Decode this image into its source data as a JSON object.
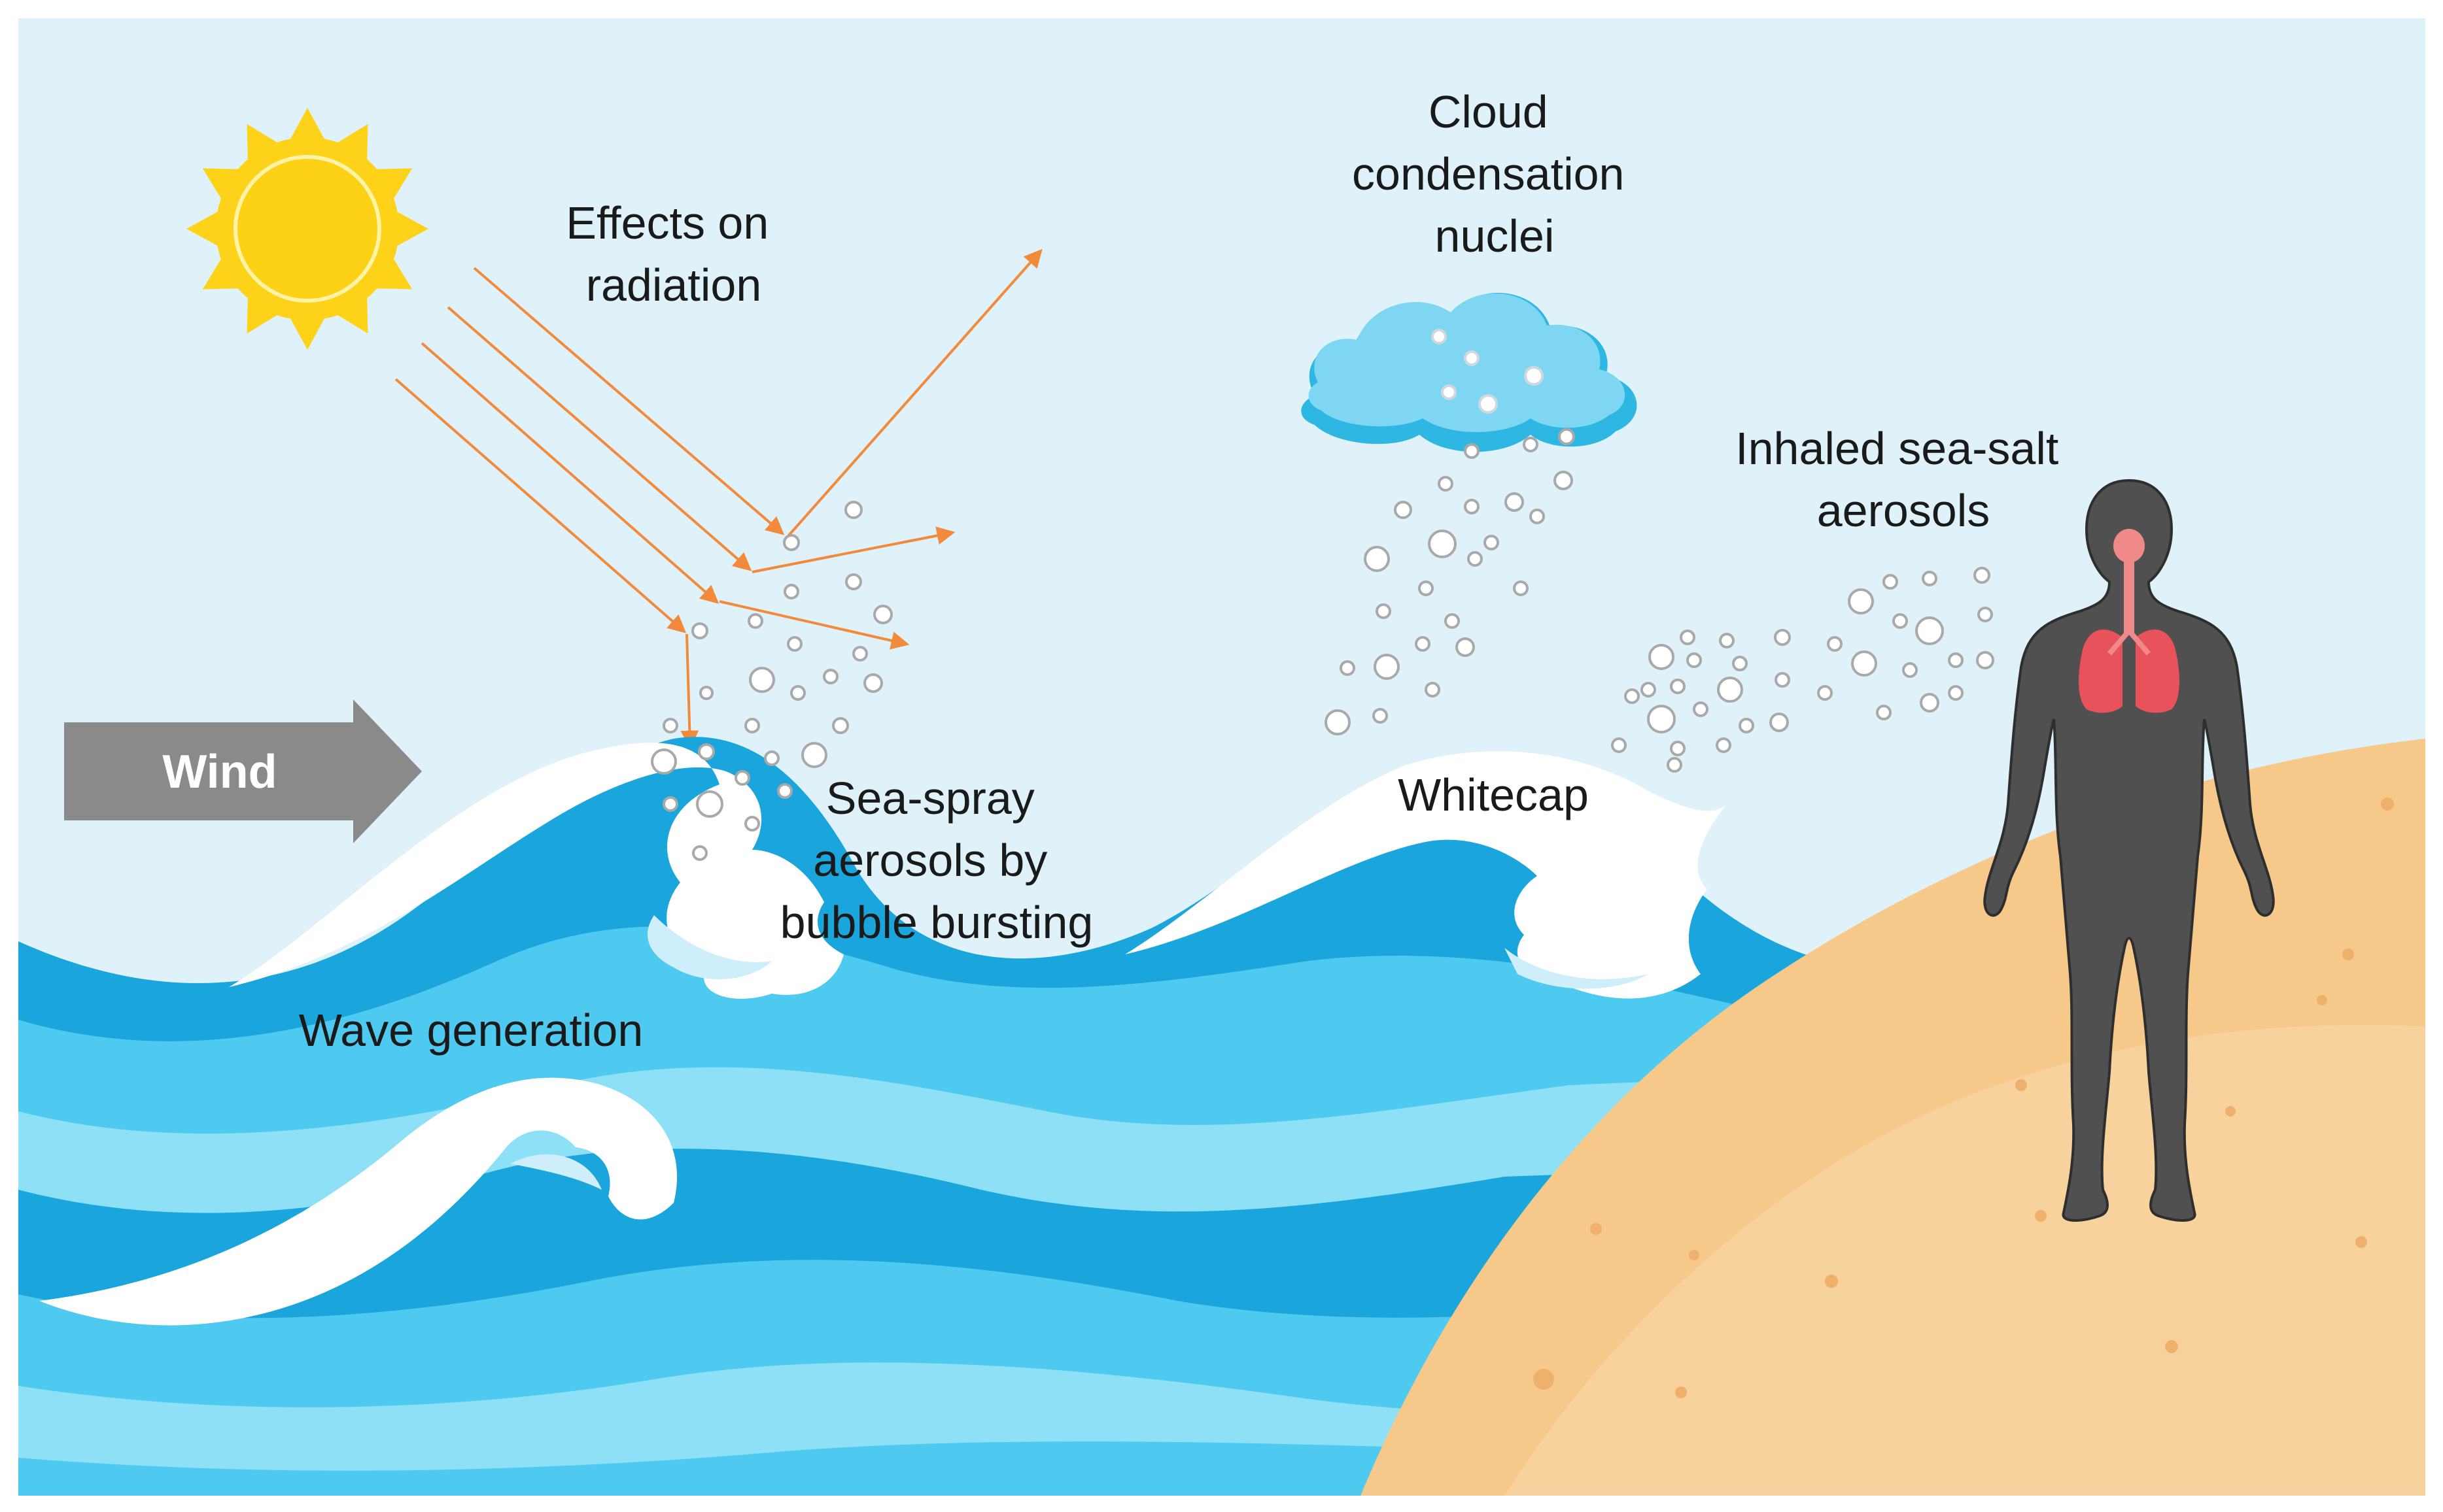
{
  "labels": {
    "wind": "Wind",
    "effects_on_radiation": [
      "Effects on",
      "radiation"
    ],
    "cloud_condensation_nuclei": [
      "Cloud",
      "condensation",
      "nuclei"
    ],
    "inhaled_sea_salt_aerosols": [
      "Inhaled sea-salt",
      "aerosols"
    ],
    "sea_spray_aerosols": [
      "Sea-spray",
      "aerosols by",
      "bubble bursting"
    ],
    "whitecap": "Whitecap",
    "wave_generation": "Wave generation"
  },
  "colors": {
    "sky": "#dff1f9",
    "sun": "#ffd21a",
    "sun_core": "#fcd116",
    "radiation_arrow": "#f28a3c",
    "cloud_light": "#7fd6f3",
    "cloud_dark": "#2fb7e4",
    "bubble_stroke": "#a9a9a9",
    "bubble_fill": "#ffffff",
    "wave_deep": "#1aa6dc",
    "wave_mid": "#4ec9ef",
    "wave_light": "#8ee0f7",
    "foam": "#ffffff",
    "sand": "#f6c88a",
    "sand_light": "#f9d9a8",
    "person": "#505050",
    "lungs": "#e8525a",
    "wind_arrow": "#8a8a8a"
  },
  "icons": [
    "sun-icon",
    "cloud-icon",
    "human-figure-icon",
    "lungs-icon",
    "wind-arrow-icon"
  ]
}
